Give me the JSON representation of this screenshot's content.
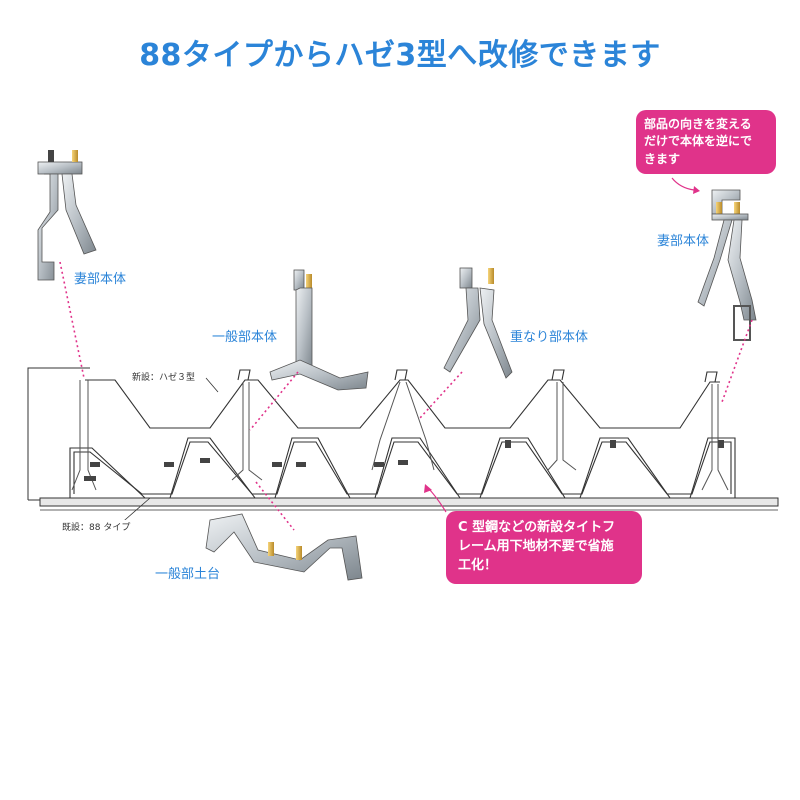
{
  "title": "88タイプからハゼ3型へ改修できます",
  "labels": {
    "gable_body_left": "妻部本体",
    "general_body": "一般部本体",
    "overlap_body": "重なり部本体",
    "gable_body_right": "妻部本体",
    "general_base": "一般部土台",
    "new_install": "新設：ハゼ３型",
    "existing": "既設：88 タイプ"
  },
  "callout_top": {
    "lines": [
      "部品の向きを変える",
      "だけで本体を逆にで",
      "きます"
    ]
  },
  "callout_bottom": {
    "lines": [
      "C 型鋼などの新設タイトフ",
      "レーム用下地材不要で省施",
      "工化！"
    ]
  },
  "colors": {
    "title": "#2b84d8",
    "label": "#2b84d8",
    "callout": "#e0338a",
    "dotted": "#e0338a",
    "line": "#333333"
  }
}
